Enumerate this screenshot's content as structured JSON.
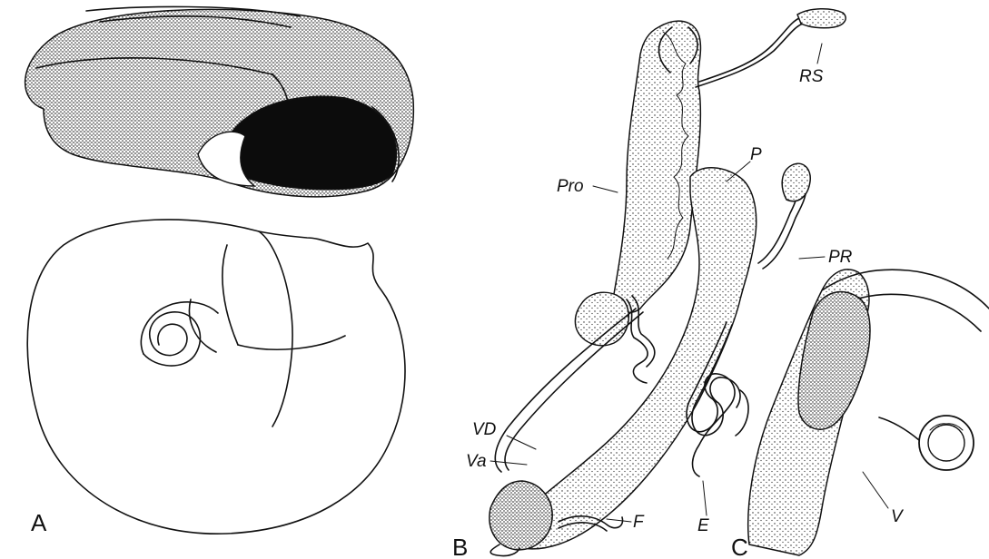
{
  "figure": {
    "panels": [
      {
        "id": "A",
        "label": "A"
      },
      {
        "id": "B",
        "label": "B"
      },
      {
        "id": "C",
        "label": "C"
      }
    ],
    "labels": {
      "RS": "RS",
      "P": "P",
      "Pro": "Pro",
      "PR": "PR",
      "VD": "VD",
      "Va": "Va",
      "F": "F",
      "E": "E",
      "V": "V"
    }
  }
}
